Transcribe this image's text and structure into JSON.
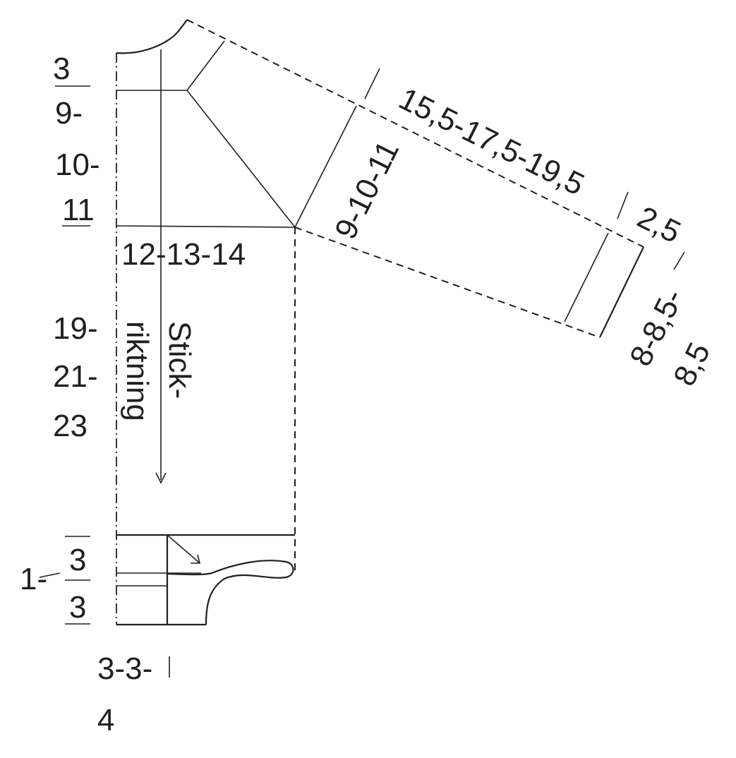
{
  "colors": {
    "ink": "#231f20",
    "background": "#ffffff"
  },
  "labels": {
    "yoke_depth_top": "3",
    "armhole_1": "9-",
    "armhole_2": "10-",
    "armhole_3": "11",
    "body_width": "12-13-14",
    "body_length_1": "19-",
    "body_length_2": "21-",
    "body_length_3": "23",
    "direction_1": "Stick-",
    "direction_2": "riktning",
    "sleeve_length": "15,5-17,5-19,5",
    "sleeve_cuff": "2,5",
    "sleeve_top": "9-10-11",
    "sleeve_bottom_1": "8-8,5-",
    "sleeve_bottom_2": "8,5",
    "border_prefix": "1-",
    "border_top": "3",
    "border_bottom": "3",
    "pocket_width_1": "3-3-",
    "pocket_width_2": "4"
  }
}
